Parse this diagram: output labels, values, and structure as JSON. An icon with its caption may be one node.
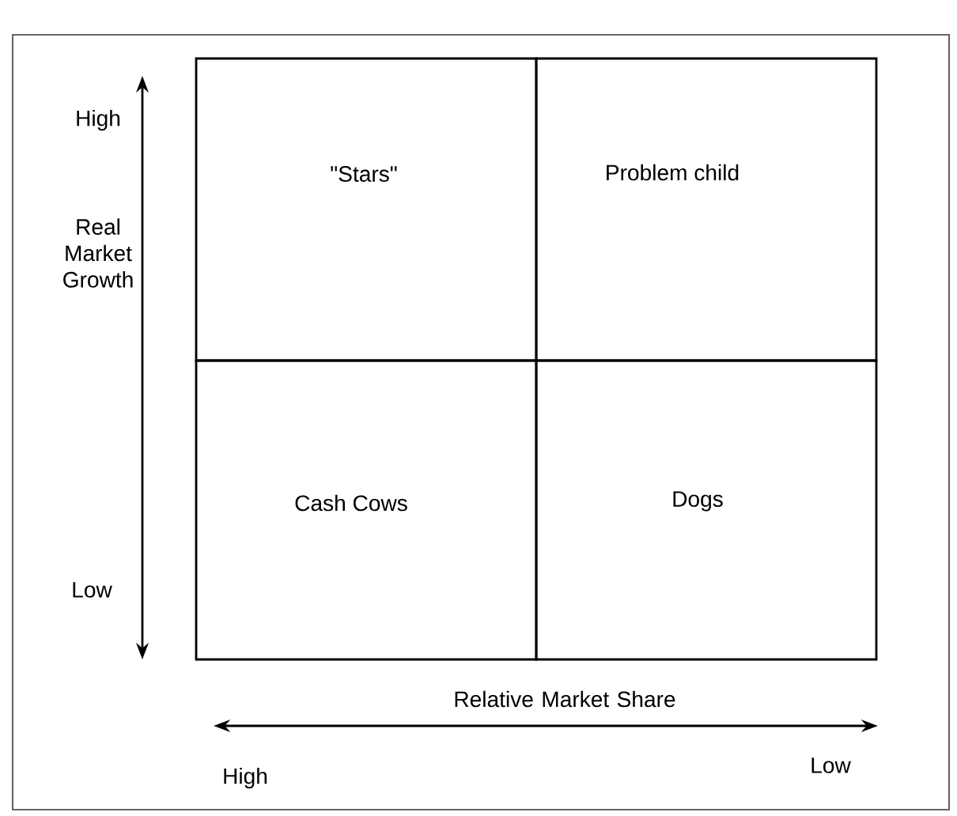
{
  "diagram": {
    "nodes": [
      {
        "text": [
          "\"Stars\""
        ]
      },
      {
        "text": [
          "Problem child"
        ]
      },
      {
        "text": [
          "Cash Cows"
        ]
      },
      {
        "text": [
          "Dogs"
        ]
      }
    ],
    "labels": [
      "High",
      "Real Market Growth",
      "Low",
      "Relative Market Share",
      "High",
      "Low"
    ]
  }
}
